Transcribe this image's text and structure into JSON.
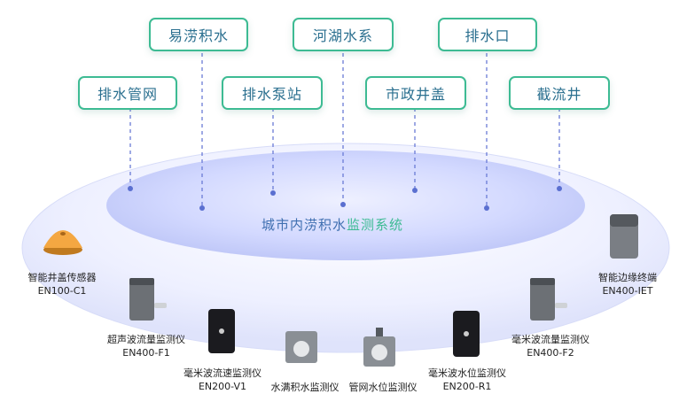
{
  "top_row": [
    {
      "label": "易涝积水"
    },
    {
      "label": "河湖水系"
    },
    {
      "label": "排水口"
    }
  ],
  "second_row": [
    {
      "label": "排水管网"
    },
    {
      "label": "排水泵站"
    },
    {
      "label": "市政井盖"
    },
    {
      "label": "截流井"
    }
  ],
  "center_title_main": "城市内涝积水",
  "center_title_accent": "监测系统",
  "devices": [
    {
      "name": "智能井盖传感器",
      "model": "EN100-C1"
    },
    {
      "name": "超声波流量监测仪",
      "model": "EN400-F1"
    },
    {
      "name": "毫米波流速监测仪",
      "model": "EN200-V1"
    },
    {
      "name": "水满积水监测仪",
      "model": ""
    },
    {
      "name": "管网水位监测仪",
      "model": ""
    },
    {
      "name": "毫米波水位监测仪",
      "model": "EN200-R1"
    },
    {
      "name": "毫米波流量监测仪",
      "model": "EN400-F2"
    },
    {
      "name": "智能边缘终端",
      "model": "EN400-IET"
    }
  ],
  "colors": {
    "tag_border": "#3dbb93",
    "tag_text": "#2a6f8f",
    "accent_text": "#3dbb93",
    "ellipse": "#d6dcff",
    "dot": "#5a6fd0"
  }
}
